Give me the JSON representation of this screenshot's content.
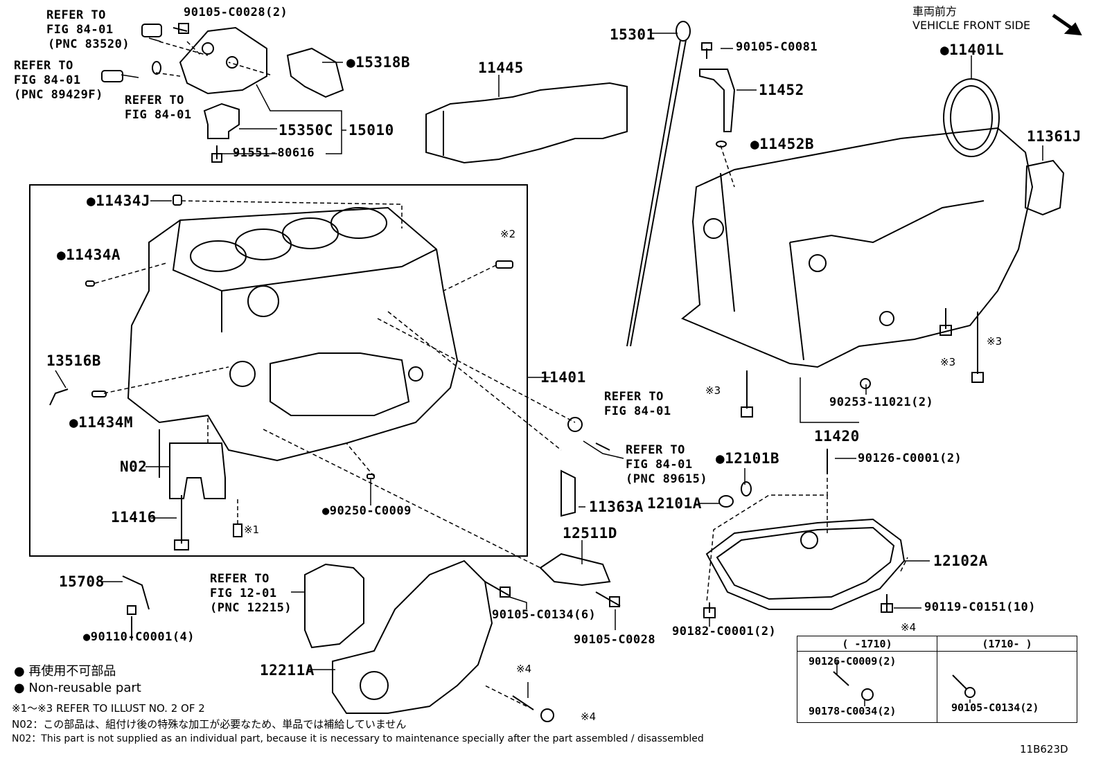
{
  "header": {
    "direction_jp": "車両前方",
    "direction_en": "VEHICLE FRONT SIDE"
  },
  "parts": {
    "p15301": "15301",
    "p90105_C0081": "90105-C0081",
    "p11452": "11452",
    "p11452B": "●11452B",
    "p11401L": "●11401L",
    "p11361J": "11361J",
    "p11445": "11445",
    "p90105_C0028_2": "90105-C0028(2)",
    "p15318B": "●15318B",
    "p15350C": "15350C",
    "p15010": "15010",
    "p91551": "91551-80616",
    "p11434J": "●11434J",
    "p11434A": "●11434A",
    "p13516B": "13516B",
    "p11434M": "●11434M",
    "p11401": "11401",
    "pN02": "N02",
    "p11416": "11416",
    "p90250": "●90250-C0009",
    "p11363A": "11363A",
    "p12511D": "12511D",
    "p90253": "90253-11021(2)",
    "p11420": "11420",
    "p12101B": "●12101B",
    "p90126_C0001": "90126-C0001(2)",
    "p12101A": "12101A",
    "p12102A": "12102A",
    "p90119": "90119-C0151(10)",
    "p90182": "90182-C0001(2)",
    "p15708": "15708",
    "p90110": "●90110-C0001(4)",
    "p90105_C0134_6": "90105-C0134(6)",
    "p90105_C0028": "90105-C0028",
    "p12211A": "12211A",
    "mark2": "※2",
    "mark1": "※1",
    "mark3a": "※3",
    "mark3b": "※3",
    "mark3c": "※3",
    "mark4a": "※4",
    "mark4b": "※4",
    "mark4c": "※4"
  },
  "refs": {
    "r1_line1": "REFER TO",
    "r1_line2": "FIG 84-01",
    "r1_line3": "(PNC 83520)",
    "r2_line1": "REFER TO",
    "r2_line2": "FIG 84-01",
    "r2_line3": "(PNC 89429F)",
    "r3_line1": "REFER TO",
    "r3_line2": "FIG 84-01",
    "r4_line1": "REFER TO",
    "r4_line2": "FIG 84-01",
    "r5_line1": "REFER TO",
    "r5_line2": "FIG 84-01",
    "r5_line3": "(PNC 89615)",
    "r6_line1": "REFER TO",
    "r6_line2": "FIG 12-01",
    "r6_line3": "(PNC 12215)"
  },
  "variant_table": {
    "col1_header": "(    -1710)",
    "col2_header": "(1710-     )",
    "col1_part_a": "90126-C0009(2)",
    "col1_part_b": "90178-C0034(2)",
    "col2_part": "90105-C0134(2)"
  },
  "legend": {
    "nonreusable_jp": "● 再使用不可部品",
    "nonreusable_en": "● Non-reusable part",
    "refer_illust": "※1～※3 REFER TO ILLUST NO. 2 OF 2",
    "n02_jp": "N02：この部品は、組付け後の特殊な加工が必要なため、単品では補給していません",
    "n02_en": "N02：This part is not supplied as an individual part, because it is necessary to maintenance specially after the part assembled / disassembled"
  },
  "figure_code": "11B623D"
}
